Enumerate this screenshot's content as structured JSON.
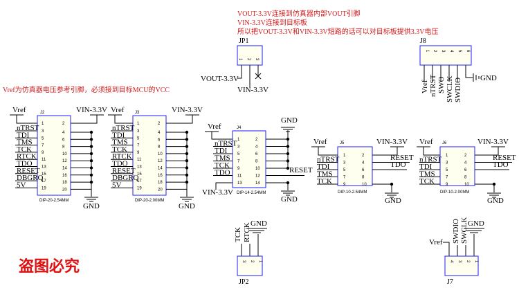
{
  "notes": {
    "line1": "VOUT-3.3V连接到仿真器内部VOUT引脚",
    "line2": "VIN-3.3V连接到目标板",
    "line3": "所以把VOUT-3.3V和VIN-3.3V短路的话可以对目标板提供3.3V电压",
    "vref_note": "Vref为仿真器电压参考引脚，必须接到目标MCU的VCC"
  },
  "watermark": "盗图必究",
  "jp1": {
    "ref": "JP1",
    "net1": "VOUT-3.3V",
    "net2": "VIN-3.3V",
    "pins": [
      "1",
      "2",
      "3"
    ]
  },
  "j8": {
    "ref": "J8",
    "pins": [
      "1",
      "2",
      "3",
      "4",
      "5",
      "6"
    ],
    "nets": [
      "Vref",
      "nTRST",
      "SWO",
      "SWCLK",
      "SWDIO"
    ],
    "gnd": "GND"
  },
  "j2": {
    "ref": "J2",
    "caption": "DIP-20-2.54MM",
    "vref": "Vref",
    "vin": "VIN-3.3V",
    "left": [
      "nTRST",
      "TDI",
      "TMS",
      "TCK",
      "RTCK",
      "TDO",
      "RESET",
      "DBGRQ",
      "5V"
    ],
    "odd": [
      "3",
      "5",
      "7",
      "9",
      "11",
      "13",
      "15",
      "17",
      "19"
    ],
    "even": [
      "2",
      "4",
      "6",
      "8",
      "10",
      "12",
      "14",
      "16",
      "18",
      "20"
    ],
    "one": "1",
    "gnd": "GND"
  },
  "j3": {
    "ref": "J3",
    "caption": "DIP-20-2.00MM",
    "vref": "Vref",
    "vin": "VIN-3.3V",
    "left": [
      "nTRST",
      "TDI",
      "TMS",
      "TCK",
      "RTCK",
      "TDO",
      "RESET",
      "DBGRQ",
      "5V"
    ],
    "gnd": "GND"
  },
  "j4": {
    "ref": "J4",
    "caption": "DIP-14-2.54MM",
    "vref": "Vref",
    "vin": "VIN-3.3V",
    "left": [
      "nTRST",
      "TDI",
      "TMS",
      "TCK",
      "TDO"
    ],
    "right": "RESET",
    "odd": [
      "1",
      "3",
      "5",
      "7",
      "9",
      "11",
      "13"
    ],
    "even": [
      "2",
      "4",
      "6",
      "8",
      "10",
      "12",
      "14"
    ],
    "gnd": "GND"
  },
  "j5": {
    "ref": "J5",
    "caption": "DIP-10-2.54MM",
    "vref": "Vref",
    "vin": "VIN-3.3V",
    "left": [
      "nTRST",
      "TDI",
      "TMS",
      "TCK"
    ],
    "right": [
      "RESET",
      "TDO"
    ],
    "odd": [
      "1",
      "3",
      "5",
      "7",
      "9"
    ],
    "even": [
      "2",
      "4",
      "6",
      "8",
      "10"
    ],
    "gnd": "GND"
  },
  "j6": {
    "ref": "J6",
    "caption": "DIP-10-2.00MM",
    "vref": "Vref",
    "vin": "VIN-3.3V",
    "left": [
      "nTRST",
      "TDI",
      "TMS",
      "TCK"
    ],
    "right": [
      "RESET",
      "TDO"
    ],
    "gnd": "GND"
  },
  "jp2": {
    "ref": "JP2",
    "nets": [
      "TCK",
      "RTCK",
      "GND"
    ],
    "pins": [
      "3",
      "2",
      "1"
    ]
  },
  "j7": {
    "ref": "J7",
    "nets": [
      "Vref",
      "SWDIO",
      "SWCLK",
      "GND"
    ],
    "pins": [
      "4",
      "3",
      "2",
      "1"
    ]
  }
}
